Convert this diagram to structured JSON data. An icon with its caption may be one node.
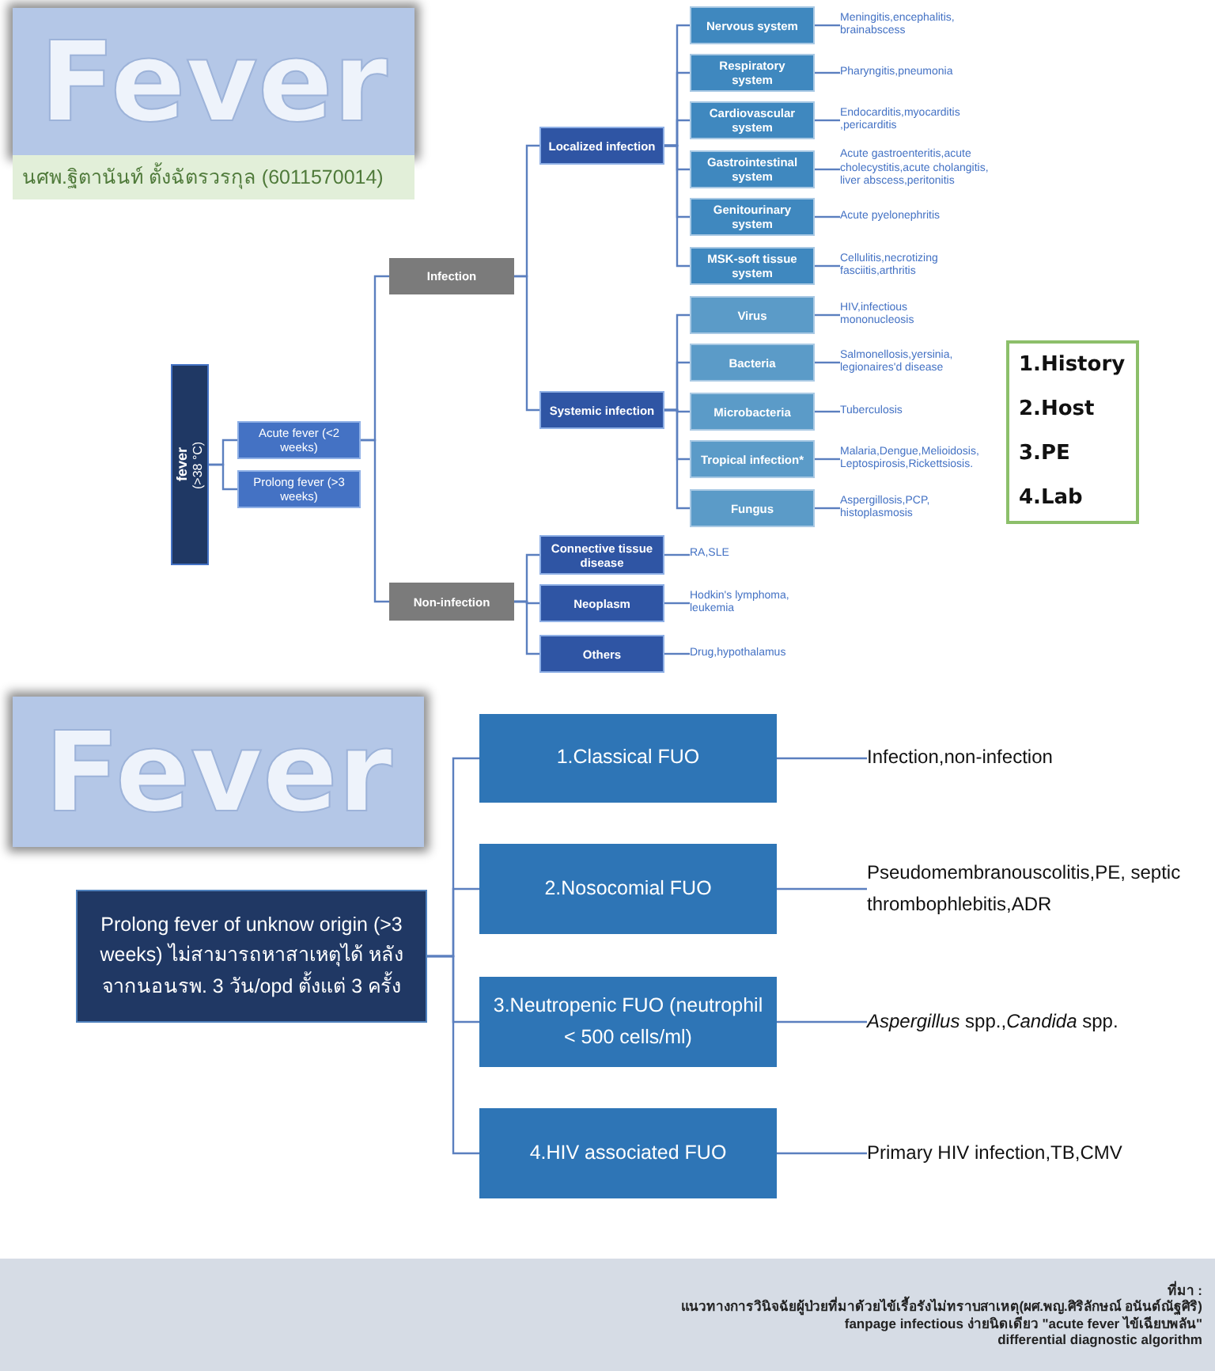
{
  "diagram": {
    "nodes": [
      {
        "text": [
          "Fever"
        ]
      },
      {
        "text": [
          "นศพ.ฐิตานันท์ ตั้งฉัตรวรกุล (6011570014)"
        ]
      },
      {
        "text": [
          "fever",
          "(>38 °C)"
        ]
      },
      {
        "text": [
          "Acute fever (<2 weeks)"
        ]
      },
      {
        "text": [
          "Prolong fever (>3 weeks)"
        ]
      },
      {
        "text": [
          "Infection"
        ]
      },
      {
        "text": [
          "Non-infection"
        ]
      },
      {
        "text": [
          "Localized infection"
        ]
      },
      {
        "text": [
          "Systemic infection"
        ]
      },
      {
        "text": [
          "Nervous system"
        ]
      },
      {
        "text": [
          "Respiratory system"
        ]
      },
      {
        "text": [
          "Cardiovascular system"
        ]
      },
      {
        "text": [
          "Gastrointestinal system"
        ]
      },
      {
        "text": [
          "Genitourinary system"
        ]
      },
      {
        "text": [
          "MSK-soft tissue system"
        ]
      },
      {
        "text": [
          "Virus"
        ]
      },
      {
        "text": [
          "Bacteria"
        ]
      },
      {
        "text": [
          "Microbacteria"
        ]
      },
      {
        "text": [
          "Tropical infection*"
        ]
      },
      {
        "text": [
          "Fungus"
        ]
      },
      {
        "text": [
          "Connective tissue disease"
        ]
      },
      {
        "text": [
          "Neoplasm"
        ]
      },
      {
        "text": [
          "Others"
        ]
      },
      {
        "text": [
          "Meningitis,encephalitis, brainabscess"
        ]
      },
      {
        "text": [
          "Pharyngitis,pneumonia"
        ]
      },
      {
        "text": [
          "Endocarditis,myocarditis ,pericarditis"
        ]
      },
      {
        "text": [
          "Acute gastroenteritis,acute cholecystitis,acute cholangitis, liver abscess,peritonitis"
        ]
      },
      {
        "text": [
          "Acute pyelonephritis"
        ]
      },
      {
        "text": [
          "Cellulitis,necrotizing fasciitis,arthritis"
        ]
      },
      {
        "text": [
          "HIV,infectious mononucleosis"
        ]
      },
      {
        "text": [
          "Salmonellosis,yersinia, legionaires'd disease"
        ]
      },
      {
        "text": [
          "Tuberculosis"
        ]
      },
      {
        "text": [
          "Malaria,Dengue,Melioidosis, Leptospirosis,Rickettsiosis."
        ]
      },
      {
        "text": [
          "Aspergillosis,PCP, histoplasmosis"
        ]
      },
      {
        "text": [
          "RA,SLE"
        ]
      },
      {
        "text": [
          "Hodkin's lymphoma, leukemia"
        ]
      },
      {
        "text": [
          "Drug,hypothalamus"
        ]
      },
      {
        "text": [
          "1.History",
          "2.Host",
          "3.PE",
          "4.Lab"
        ]
      },
      {
        "text": [
          "Fever"
        ]
      },
      {
        "text": [
          "Prolong fever of unknow origin (>3 weeks) ไม่สามารถหาสาเหตุได้ หลังจากนอนรพ. 3 วัน/opd ตั้งแต่ 3 ครั้ง"
        ]
      },
      {
        "text": [
          "1.Classical FUO"
        ]
      },
      {
        "text": [
          "2.Nosocomial FUO"
        ]
      },
      {
        "text": [
          "3.Neutropenic FUO (neutrophil < 500 cells/ml)"
        ]
      },
      {
        "text": [
          "4.HIV associated FUO"
        ]
      },
      {
        "text": [
          "Infection,non-infection"
        ]
      },
      {
        "text": [
          "Pseudomembranouscolitis,PE, septic thrombophlebitis,ADR"
        ]
      },
      {
        "text": [
          "*Aspergillus* spp.,*Candida* spp."
        ]
      },
      {
        "text": [
          "Primary HIV infection,TB,CMV"
        ]
      },
      {
        "text": [
          "ที่มา :",
          "แนวทางการวินิจฉัยผู้ป่วยที่มาด้วยไข้เรื้อรังไม่ทราบสาเหตุ(ผศ.พญ.ศิริลักษณ์ อนันต์ณัฐศิริ)",
          "fanpage infectious ง่ายนิดเดียว \"acute fever ไข้เฉียบพลัน\"",
          "differential diagnostic algorithm"
        ]
      }
    ],
    "edges": [
      {
        "from": 2,
        "to": 3,
        "arrow": "none"
      },
      {
        "from": 2,
        "to": 4,
        "arrow": "none"
      },
      {
        "from": 3,
        "to": 5,
        "arrow": "none"
      },
      {
        "from": 3,
        "to": 6,
        "arrow": "none"
      },
      {
        "from": 5,
        "to": 7,
        "arrow": "none"
      },
      {
        "from": 5,
        "to": 8,
        "arrow": "none"
      },
      {
        "from": 7,
        "to": 9,
        "arrow": "none"
      },
      {
        "from": 7,
        "to": 10,
        "arrow": "none"
      },
      {
        "from": 7,
        "to": 11,
        "arrow": "none"
      },
      {
        "from": 7,
        "to": 12,
        "arrow": "none"
      },
      {
        "from": 7,
        "to": 13,
        "arrow": "none"
      },
      {
        "from": 7,
        "to": 14,
        "arrow": "none"
      },
      {
        "from": 8,
        "to": 15,
        "arrow": "none"
      },
      {
        "from": 8,
        "to": 16,
        "arrow": "none"
      },
      {
        "from": 8,
        "to": 17,
        "arrow": "none"
      },
      {
        "from": 8,
        "to": 18,
        "arrow": "none"
      },
      {
        "from": 8,
        "to": 19,
        "arrow": "none"
      },
      {
        "from": 6,
        "to": 20,
        "arrow": "none"
      },
      {
        "from": 6,
        "to": 21,
        "arrow": "none"
      },
      {
        "from": 6,
        "to": 22,
        "arrow": "none"
      },
      {
        "from": 9,
        "to": 23,
        "arrow": "none"
      },
      {
        "from": 10,
        "to": 24,
        "arrow": "none"
      },
      {
        "from": 11,
        "to": 25,
        "arrow": "none"
      },
      {
        "from": 12,
        "to": 26,
        "arrow": "none"
      },
      {
        "from": 13,
        "to": 27,
        "arrow": "none"
      },
      {
        "from": 14,
        "to": 28,
        "arrow": "none"
      },
      {
        "from": 15,
        "to": 29,
        "arrow": "none"
      },
      {
        "from": 16,
        "to": 30,
        "arrow": "none"
      },
      {
        "from": 17,
        "to": 31,
        "arrow": "none"
      },
      {
        "from": 18,
        "to": 32,
        "arrow": "none"
      },
      {
        "from": 19,
        "to": 33,
        "arrow": "none"
      },
      {
        "from": 20,
        "to": 34,
        "arrow": "none"
      },
      {
        "from": 21,
        "to": 35,
        "arrow": "none"
      },
      {
        "from": 22,
        "to": 36,
        "arrow": "none"
      },
      {
        "from": 39,
        "to": 40,
        "arrow": "none"
      },
      {
        "from": 39,
        "to": 41,
        "arrow": "none"
      },
      {
        "from": 39,
        "to": 42,
        "arrow": "none"
      },
      {
        "from": 39,
        "to": 43,
        "arrow": "none"
      },
      {
        "from": 40,
        "to": 44,
        "arrow": "none"
      },
      {
        "from": 41,
        "to": 45,
        "arrow": "none"
      },
      {
        "from": 42,
        "to": 46,
        "arrow": "none"
      },
      {
        "from": 43,
        "to": 47,
        "arrow": "none"
      }
    ]
  }
}
